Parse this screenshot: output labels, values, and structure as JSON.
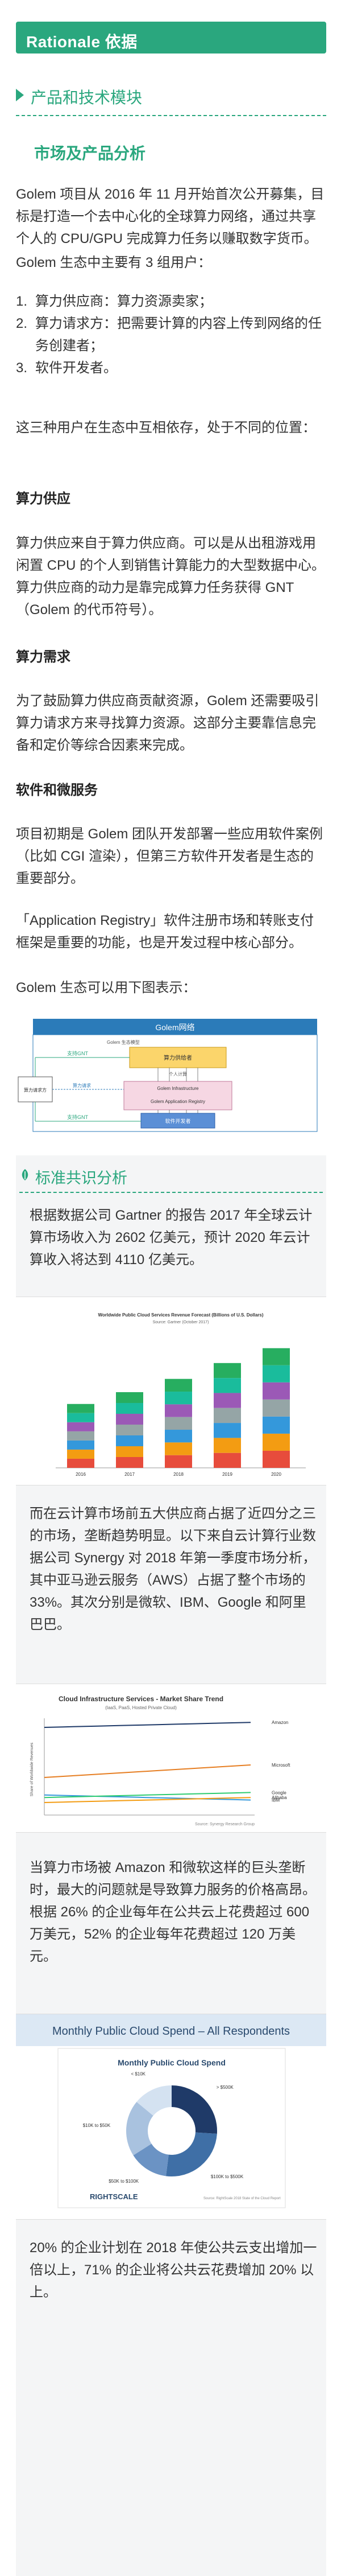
{
  "banner_title": "Rationale 依据",
  "section_title": "产品和技术模块",
  "subsection_title": "市场及产品分析",
  "para1": "Golem 项目从 2016 年 11 月开始首次公开募集，目标是打造一个去中心化的全球算力网络，通过共享个人的 CPU/GPU 完成算力任务以赚取数字货币。",
  "para2": "Golem 生态中主要有 3 组用户：",
  "users": [
    {
      "n": "1.",
      "text": "算力供应商：算力资源卖家；"
    },
    {
      "n": "2.",
      "text": "算力请求方：把需要计算的内容上传到网络的任务创建者；"
    },
    {
      "n": "3.",
      "text": "软件开发者。"
    }
  ],
  "para3": "这三种用户在生态中互相依存，处于不同的位置：",
  "h_supply": "算力供应",
  "para_supply": "算力供应来自于算力供应商。可以是从出租游戏用闲置 CPU 的个人到销售计算能力的大型数据中心。算力供应商的动力是靠完成算力任务获得 GNT（Golem 的代币符号）。",
  "h_demand": "算力需求",
  "para_demand": "为了鼓励算力供应商贡献资源，Golem 还需要吸引算力请求方来寻找算力资源。这部分主要靠信息完备和定价等综合因素来完成。",
  "h_software": "软件和微服务",
  "para_software": "项目初期是 Golem 团队开发部署一些应用软件案例（比如 CGI 渲染），但第三方软件开发者是生态的重要部分。",
  "para_registry": "「Application Registry」软件注册市场和转账支付框架是重要的功能，也是开发过程中核心部分。",
  "para_diagram_intro": "Golem 生态可以用下图表示：",
  "diagram": {
    "title": "Golem网络",
    "subtitle": "Golem 生态模型",
    "top_box": "算力供给者",
    "mid_label": "个人计算",
    "mid_box1": "Golem Infrastructure",
    "mid_box2": "Golem Application Registry",
    "bottom_box": "软件开发者",
    "left_box": "算力请求方",
    "arrow_top": "支持GNT",
    "arrow_mid": "算力请求",
    "arrow_bottom": "支持GNT"
  },
  "std_title": "标准共识分析",
  "para_gartner": "根据数据公司 Gartner 的报告 2017 年全球云计算市场收入为 2602 亿美元，预计 2020 年云计算收入将达到 4110 亿美元。",
  "chart1": {
    "title": "Worldwide Public Cloud Services Revenue Forecast (Billions of U.S. Dollars)",
    "source": "Source: Gartner (October 2017)",
    "categories": [
      "2016",
      "2017",
      "2018",
      "2019",
      "2020"
    ],
    "totals": [
      219.6,
      260.2,
      305.8,
      360.3,
      411.4
    ],
    "stack_colors": [
      "#e74c3c",
      "#f39c12",
      "#3498db",
      "#95a5a6",
      "#9b59b6",
      "#1abc9c",
      "#27ae60"
    ]
  },
  "para_share": "而在云计算市场前五大供应商占据了近四分之三的市场，垄断趋势明显。以下来自云计算行业数据公司 Synergy 对 2018 年第一季度市场分析，其中亚马逊云服务（AWS）占据了整个市场的 33%。其次分别是微软、IBM、Google 和阿里巴巴。",
  "chart2": {
    "title": "Cloud Infrastructure Services - Market Share Trend",
    "subtitle": "(IaaS, PaaS, Hosted Private Cloud)",
    "ylabel": "Share of Worldwide Revenues",
    "source": "Source: Synergy Research Group",
    "series": [
      "Amazon",
      "Microsoft",
      "IBM",
      "Google",
      "Alibaba"
    ],
    "colors": [
      "#1f3a68",
      "#e67e22",
      "#3498db",
      "#2ecc71",
      "#f39c12"
    ]
  },
  "para_pricing": "当算力市场被 Amazon 和微软这样的巨头垄断时，最大的问题就是导致算力服务的价格高昂。根据 26% 的企业每年在公共云上花费超过 600 万美元，52% 的企业每年花费超过 120 万美元。",
  "chart3": {
    "banner": "Monthly Public Cloud Spend – All Respondents",
    "title": "Monthly Public Cloud Spend",
    "labels": [
      "> $500K",
      "$100K to $500K",
      "$50K to $100K",
      "$10K to $50K",
      "< $10K"
    ],
    "brand": "RIGHTSCALE",
    "source": "Source: RightScale 2018 State of the Cloud Report"
  },
  "para_final": "20% 的企业计划在 2018 年使公共云支出增加一倍以上，71% 的企业将公共云花费增加 20% 以上。"
}
